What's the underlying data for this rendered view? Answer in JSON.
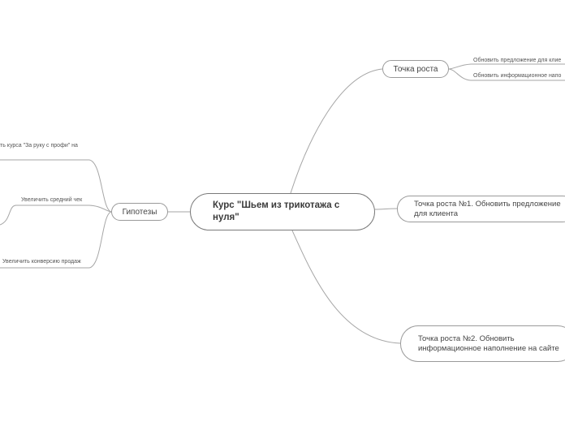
{
  "mindmap": {
    "central": "Курс \"Шьем из трикотажа с нуля\"",
    "right": {
      "growth_point": {
        "label": "Точка роста",
        "children": [
          "Обновить предложение для клие",
          "Обновить информационное напо"
        ]
      },
      "growth_point_1": "Точка роста №1. Обновить предложение для клиента",
      "growth_point_2": "Точка роста №2. Обновить информационное наполнение на сайте"
    },
    "left": {
      "hypotheses": {
        "label": "Гипотезы",
        "children": [
          "ть курса \"За руку с профи\" на",
          "Увеличить средний чек",
          "Увеличить конверсию продаж"
        ]
      }
    }
  },
  "colors": {
    "line": "#a6a6a6",
    "node_border": "#9a9a9a",
    "text": "#444444"
  }
}
